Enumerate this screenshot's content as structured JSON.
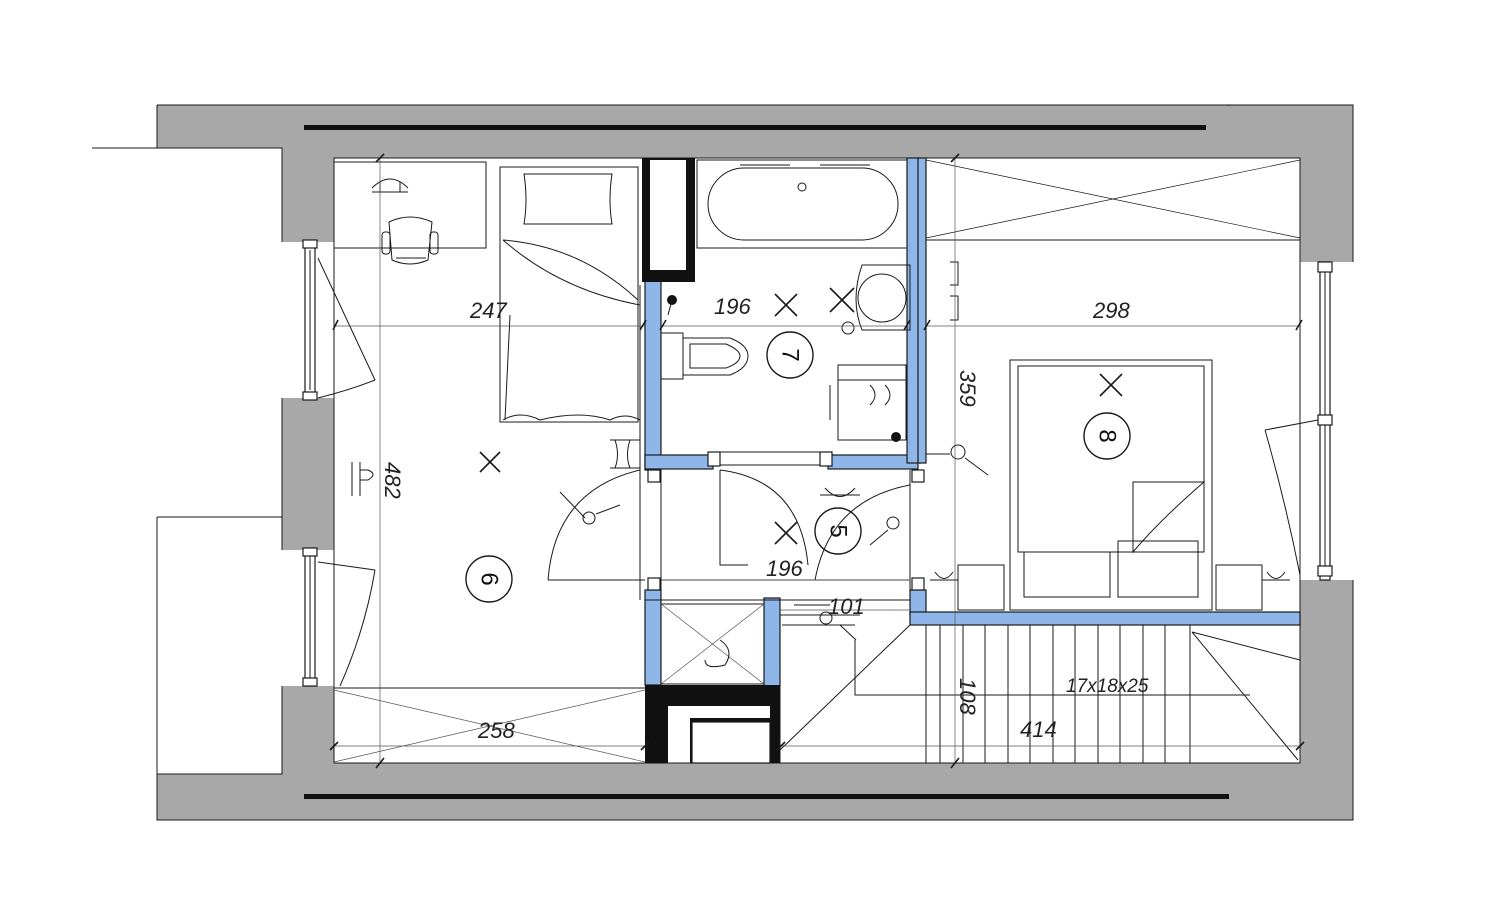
{
  "rooms": [
    {
      "id": "room-6",
      "number": "6"
    },
    {
      "id": "room-7",
      "number": "7"
    },
    {
      "id": "room-8",
      "number": "8"
    },
    {
      "id": "room-5",
      "number": "5"
    }
  ],
  "dimensions": {
    "room6_width": "247",
    "room6_length": "482",
    "room6_bottom": "258",
    "room7_width": "196",
    "hall_width": "196",
    "room8_width": "298",
    "room8_length": "359",
    "hall_small": "101",
    "stair_len": "108",
    "stair_total": "414",
    "stair_spec": "17x18x25"
  },
  "colors": {
    "wall": "#a8a8a8",
    "partition": "#8fb6e8",
    "line": "#1a1a1a"
  }
}
